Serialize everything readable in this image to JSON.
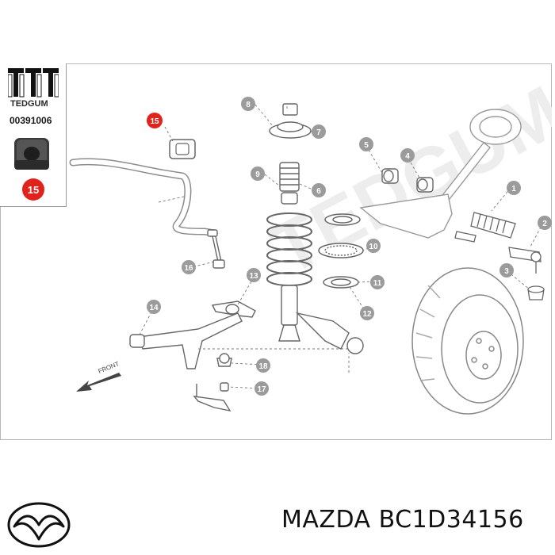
{
  "brand_box": {
    "logo_text": "TEDGUM",
    "part_number": "00391006",
    "badge_label": "15"
  },
  "callouts": [
    "1",
    "2",
    "3",
    "4",
    "5",
    "6",
    "7",
    "8",
    "9",
    "10",
    "11",
    "12",
    "13",
    "14",
    "15",
    "16",
    "17",
    "18"
  ],
  "watermark": "TEDGUM",
  "front_label": "FRONT",
  "footer": {
    "brand_and_code": "MAZDA BC1D34156"
  },
  "colors": {
    "callout_gray": "#9b9b9b",
    "highlight_red": "#e0231c",
    "line_gray": "#6e6e6e",
    "watermark": "#ececec"
  }
}
